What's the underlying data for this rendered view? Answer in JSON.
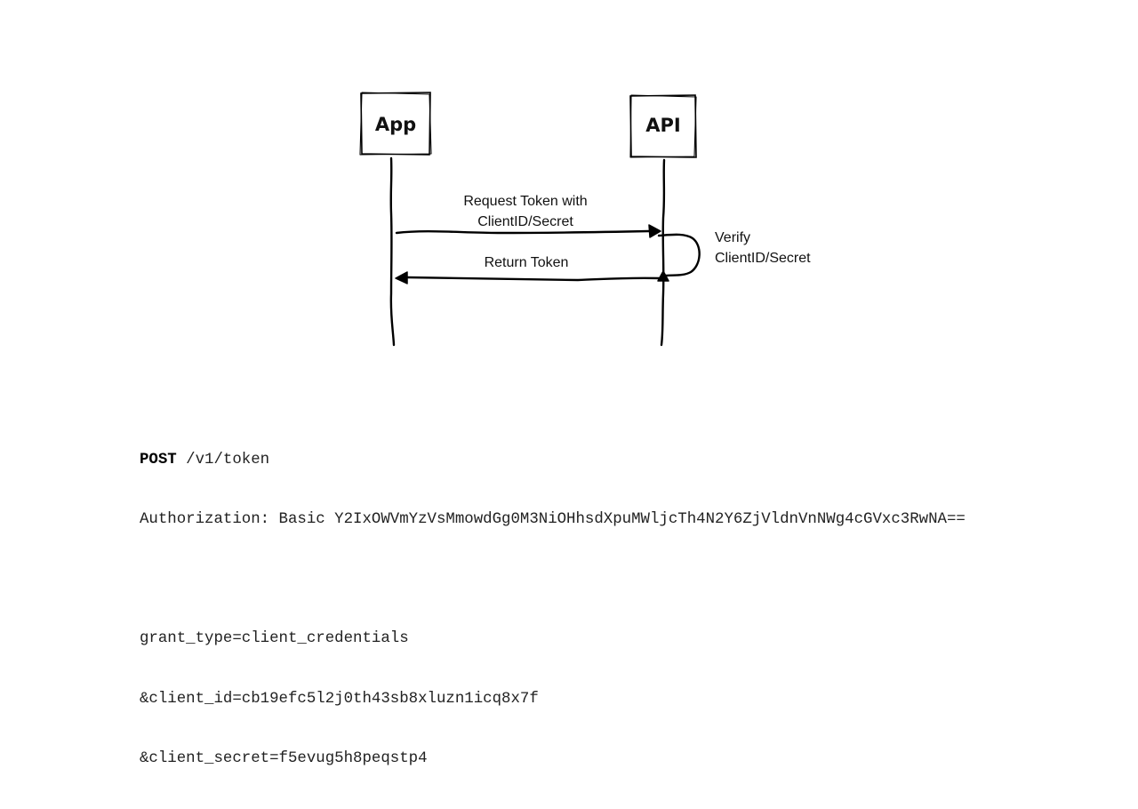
{
  "diagram": {
    "actors": [
      {
        "id": "app",
        "label": "App"
      },
      {
        "id": "api",
        "label": "API"
      }
    ],
    "messages": [
      {
        "from": "app",
        "to": "api",
        "label_lines": [
          "Request Token with",
          "ClientID/Secret"
        ]
      },
      {
        "from": "api",
        "to": "api",
        "label_lines": [
          "Verify",
          "ClientID/Secret"
        ]
      },
      {
        "from": "api",
        "to": "app",
        "label_lines": [
          "Return Token"
        ]
      }
    ]
  },
  "request": {
    "method": "POST",
    "path": " /v1/token",
    "authorization": "Authorization: Basic Y2IxOWVmYzVsMmowdGg0M3NiOHhsdXpuMWljcTh4N2Y6ZjVldnVnNWg4cGVxc3RwNA==",
    "body_lines": [
      "grant_type=client_credentials",
      "&client_id=cb19efc5l2j0th43sb8xluzn1icq8x7f",
      "&client_secret=f5evug5h8peqstp4"
    ]
  }
}
